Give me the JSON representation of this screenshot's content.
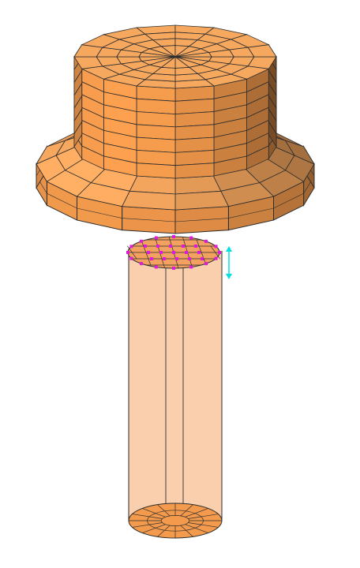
{
  "viewport": {
    "background": "#ffffff"
  },
  "colors": {
    "mesh_orange": "#f39a4c",
    "mesh_orange_dark": "#e4873b",
    "mesh_orange_light": "#f7a85f",
    "transparent_shaft": "#f9cfae",
    "mesh_line": "#2d2d2d",
    "selection_nodes": "#e01bd8",
    "selection_face": "#f2a160",
    "manipulator_arrow": "#00e0e0"
  },
  "model": {
    "cap_segments": 16,
    "cap_rings": 4,
    "cap_height_divisions": 7,
    "flange_height_divisions": 2,
    "shaft_segments": 16,
    "selected_face_nodes_visible": true,
    "move_manipulator_visible": true
  },
  "icons": {
    "manipulator": "double-arrow-icon"
  }
}
